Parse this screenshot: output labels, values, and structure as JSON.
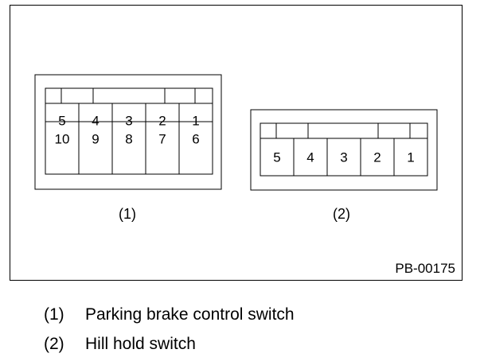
{
  "connectors": [
    {
      "id": "1",
      "caption": "(1)",
      "rows": [
        [
          "5",
          "4",
          "3",
          "2",
          "1"
        ],
        [
          "10",
          "9",
          "8",
          "7",
          "6"
        ]
      ]
    },
    {
      "id": "2",
      "caption": "(2)",
      "rows": [
        [
          "5",
          "4",
          "3",
          "2",
          "1"
        ]
      ]
    }
  ],
  "figure_code": "PB-00175",
  "legend": [
    {
      "num": "(1)",
      "text": "Parking brake control switch"
    },
    {
      "num": "(2)",
      "text": "Hill hold switch"
    }
  ]
}
